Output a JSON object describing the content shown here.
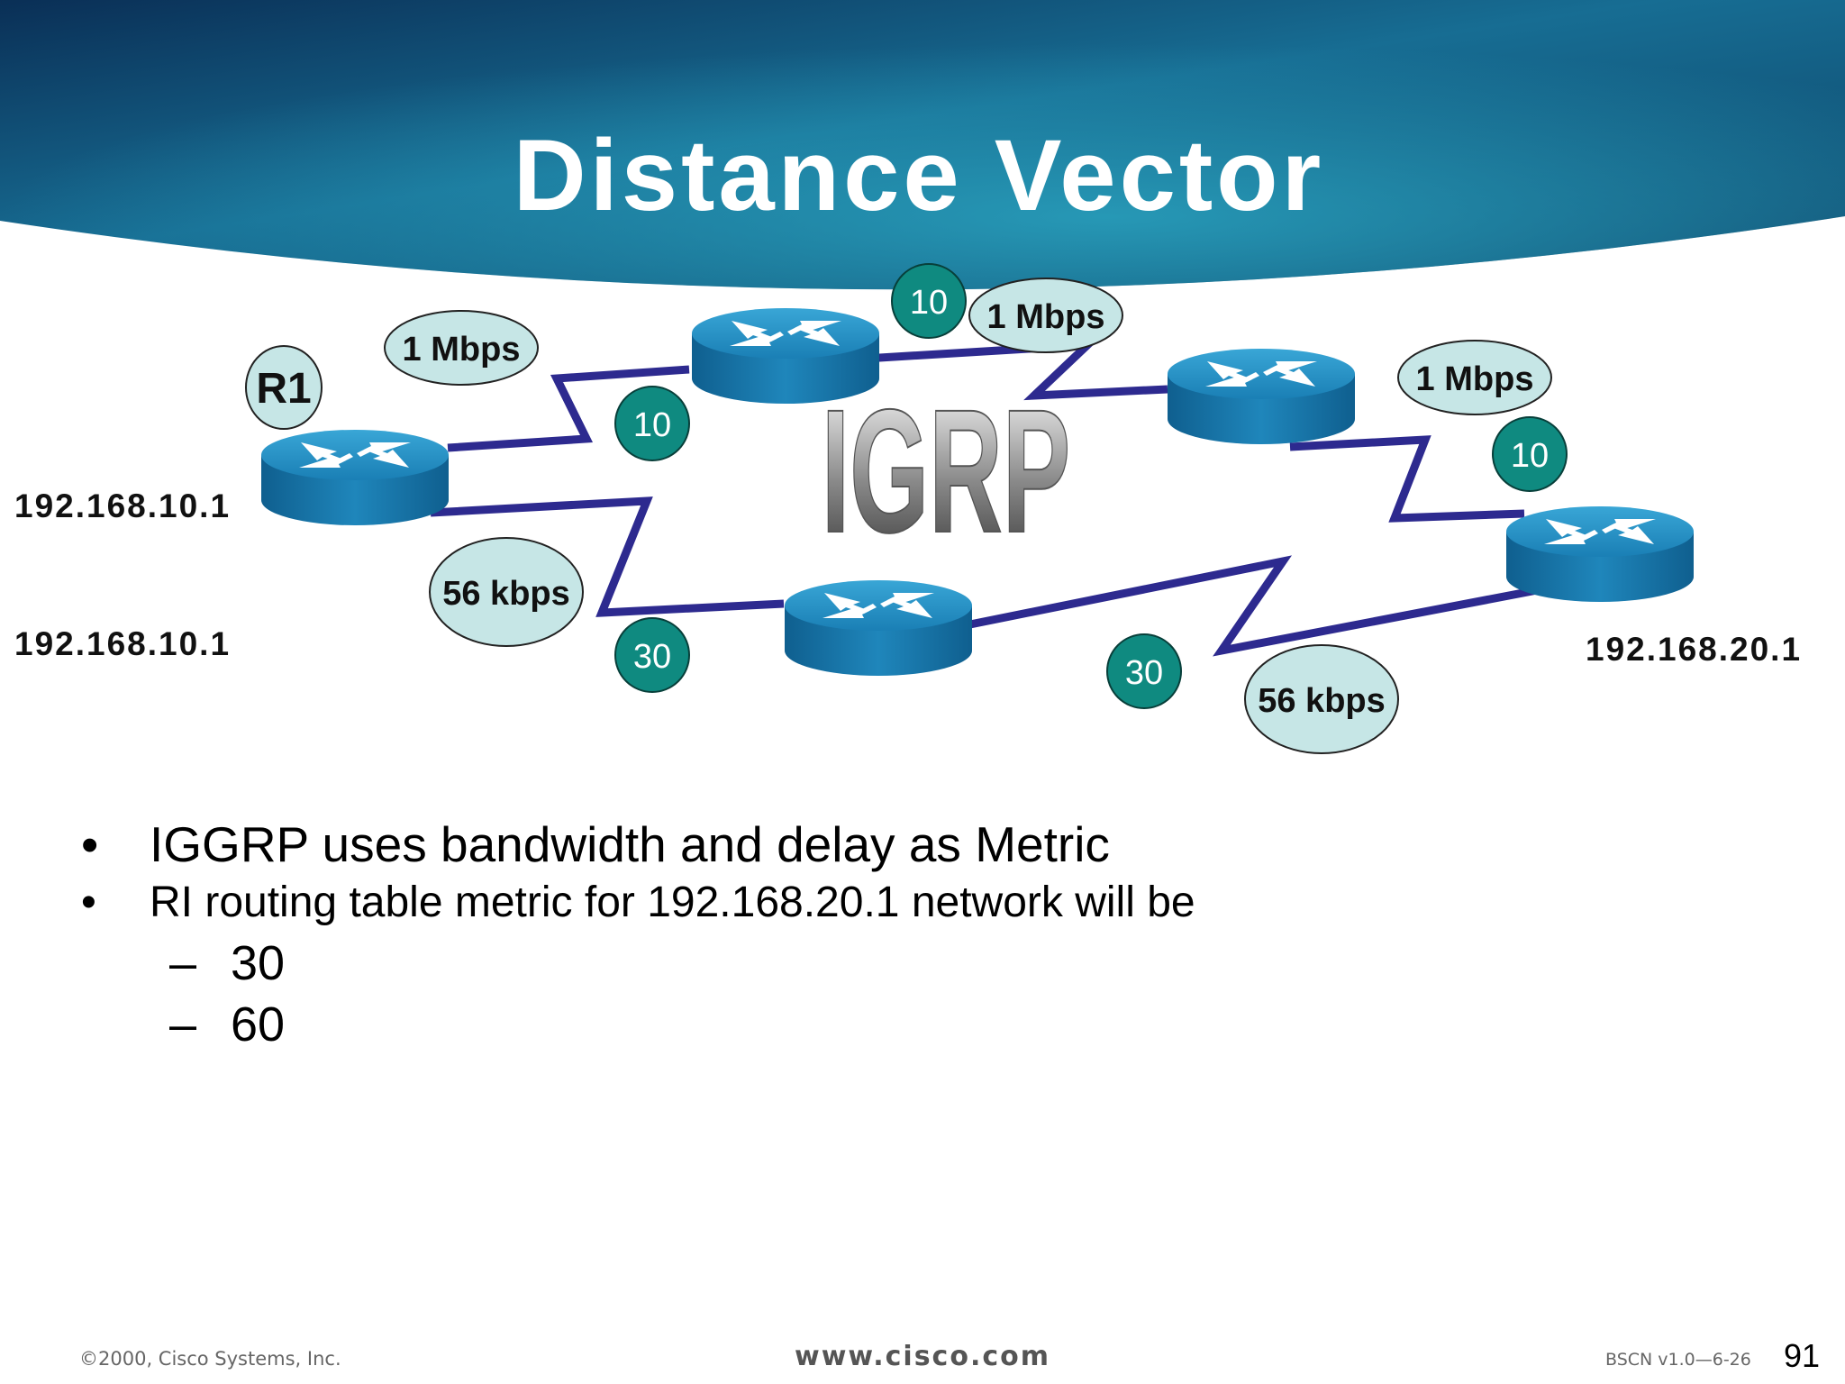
{
  "slide": {
    "title": "Distance Vector",
    "protocol_label": "IGRP"
  },
  "diagram": {
    "routers": [
      {
        "id": "r1",
        "label": "R1"
      },
      {
        "id": "r2"
      },
      {
        "id": "r3"
      },
      {
        "id": "r4"
      },
      {
        "id": "r5"
      }
    ],
    "ip_labels": [
      "192.168.10.1",
      "192.168.10.1",
      "192.168.20.1"
    ],
    "links": [
      {
        "from": "r1",
        "to": "r2",
        "bandwidth": "1 Mbps",
        "metric": "10"
      },
      {
        "from": "r2",
        "to": "r3",
        "bandwidth": "1 Mbps",
        "metric": "10"
      },
      {
        "from": "r3",
        "to": "r5",
        "bandwidth": "1 Mbps",
        "metric": "10"
      },
      {
        "from": "r1",
        "to": "r4",
        "bandwidth": "56 kbps",
        "metric": "30"
      },
      {
        "from": "r4",
        "to": "r5",
        "bandwidth": "56 kbps",
        "metric": "30"
      }
    ]
  },
  "bullets": [
    "IGGRP uses bandwidth and delay as Metric",
    "RI routing table metric for 192.168.20.1 network will be"
  ],
  "options": [
    "30",
    "60"
  ],
  "bullet_symbol": "•",
  "dash_symbol": "–",
  "footer": {
    "copyright": "©2000, Cisco Systems, Inc.",
    "url": "www.cisco.com",
    "course": "BSCN v1.0—6-26",
    "page": "91"
  },
  "colors": {
    "banner_dark": "#0a2a4e",
    "banner_light": "#1f8fae",
    "router_blue": "#1d7fb2",
    "link_purple": "#2d2a8f",
    "metric_teal": "#0f8a80",
    "bandwidth_bubble": "#c6e6e6"
  },
  "icons": {
    "router": "router-icon",
    "serial_link": "serial-link-zigzag-icon"
  }
}
